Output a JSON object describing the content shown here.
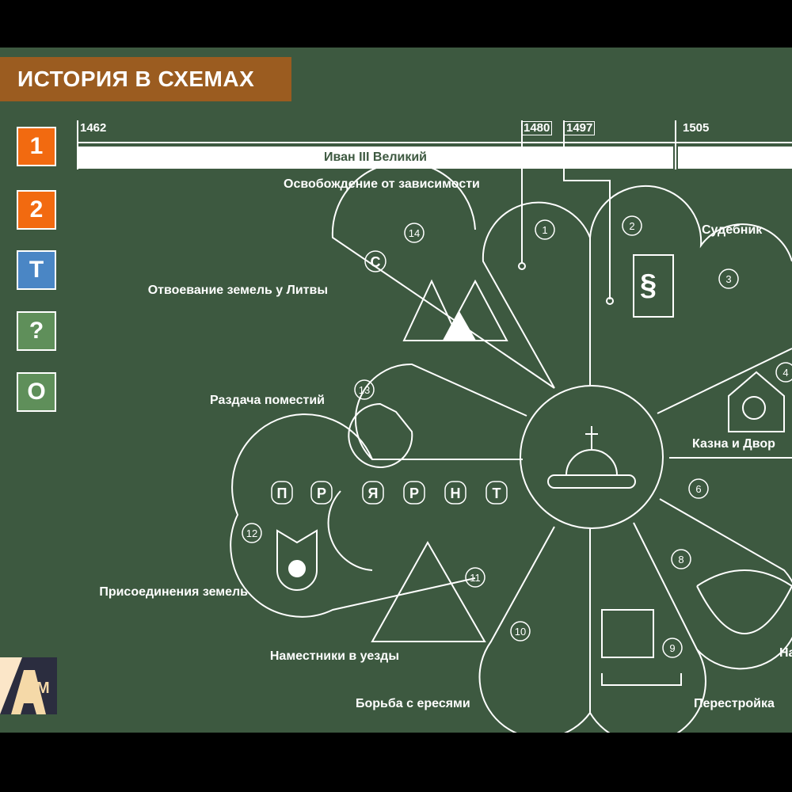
{
  "header": {
    "title": "ИСТОРИЯ В СХЕМАХ"
  },
  "sidebar": {
    "buttons": [
      {
        "label": "1",
        "color": "#f26a10"
      },
      {
        "label": "2",
        "color": "#f26a10"
      },
      {
        "label": "T",
        "color": "#4a86c5"
      },
      {
        "label": "?",
        "color": "#5f8f5a"
      },
      {
        "label": "O",
        "color": "#5f8f5a"
      }
    ]
  },
  "timeline": {
    "years": [
      "1462",
      "1480",
      "1497",
      "1505"
    ],
    "ruler": "Иван III Великий"
  },
  "labels": {
    "liberation": "Освобождение от зависимости",
    "sudebnik": "Судебник",
    "lithuania": "Отвоевание земель у Литвы",
    "estates": "Раздача поместий",
    "treasury": "Казна и Двор",
    "annex": "Присоединения земель",
    "governors": "Наместники в уезды",
    "heresy": "Борьба с ересями",
    "rebuild": "Перестройка",
    "cut": "На"
  },
  "numbers": [
    "1",
    "2",
    "3",
    "4",
    "6",
    "8",
    "9",
    "10",
    "11",
    "12",
    "13",
    "14"
  ],
  "letters": {
    "left": [
      "П",
      "Р"
    ],
    "right": [
      "Я",
      "Р",
      "Н",
      "Т"
    ],
    "top": "C"
  },
  "logo": "AM"
}
